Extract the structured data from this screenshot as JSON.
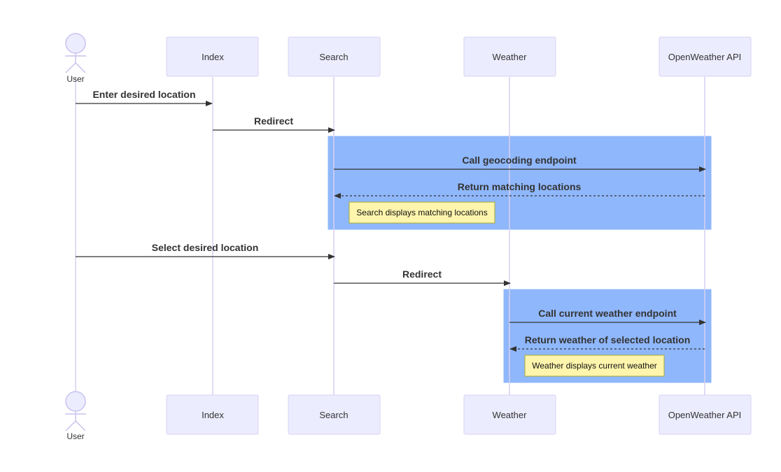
{
  "diagram": {
    "actor": {
      "label": "User"
    },
    "participants": [
      {
        "id": "index",
        "label": "Index"
      },
      {
        "id": "search",
        "label": "Search"
      },
      {
        "id": "weather",
        "label": "Weather"
      },
      {
        "id": "api",
        "label": "OpenWeather API"
      }
    ],
    "messages": [
      {
        "label": "Enter desired location",
        "style": "solid"
      },
      {
        "label": "Redirect",
        "style": "solid"
      },
      {
        "label": "Call geocoding endpoint",
        "style": "solid"
      },
      {
        "label": "Return matching locations",
        "style": "dashed"
      },
      {
        "label": "Select desired location",
        "style": "solid"
      },
      {
        "label": "Redirect",
        "style": "solid"
      },
      {
        "label": "Call current weather endpoint",
        "style": "solid"
      },
      {
        "label": "Return weather of selected location",
        "style": "dashed"
      }
    ],
    "notes": [
      {
        "label": "Search displays matching locations"
      },
      {
        "label": "Weather displays current weather"
      }
    ],
    "colors": {
      "participant_fill": "#ECECFF",
      "participant_border": "#D7D1F2",
      "highlight_block": "#8FB7FB",
      "note_fill": "#FFF5AD",
      "note_border": "#AAAA33",
      "text": "#333333"
    }
  }
}
